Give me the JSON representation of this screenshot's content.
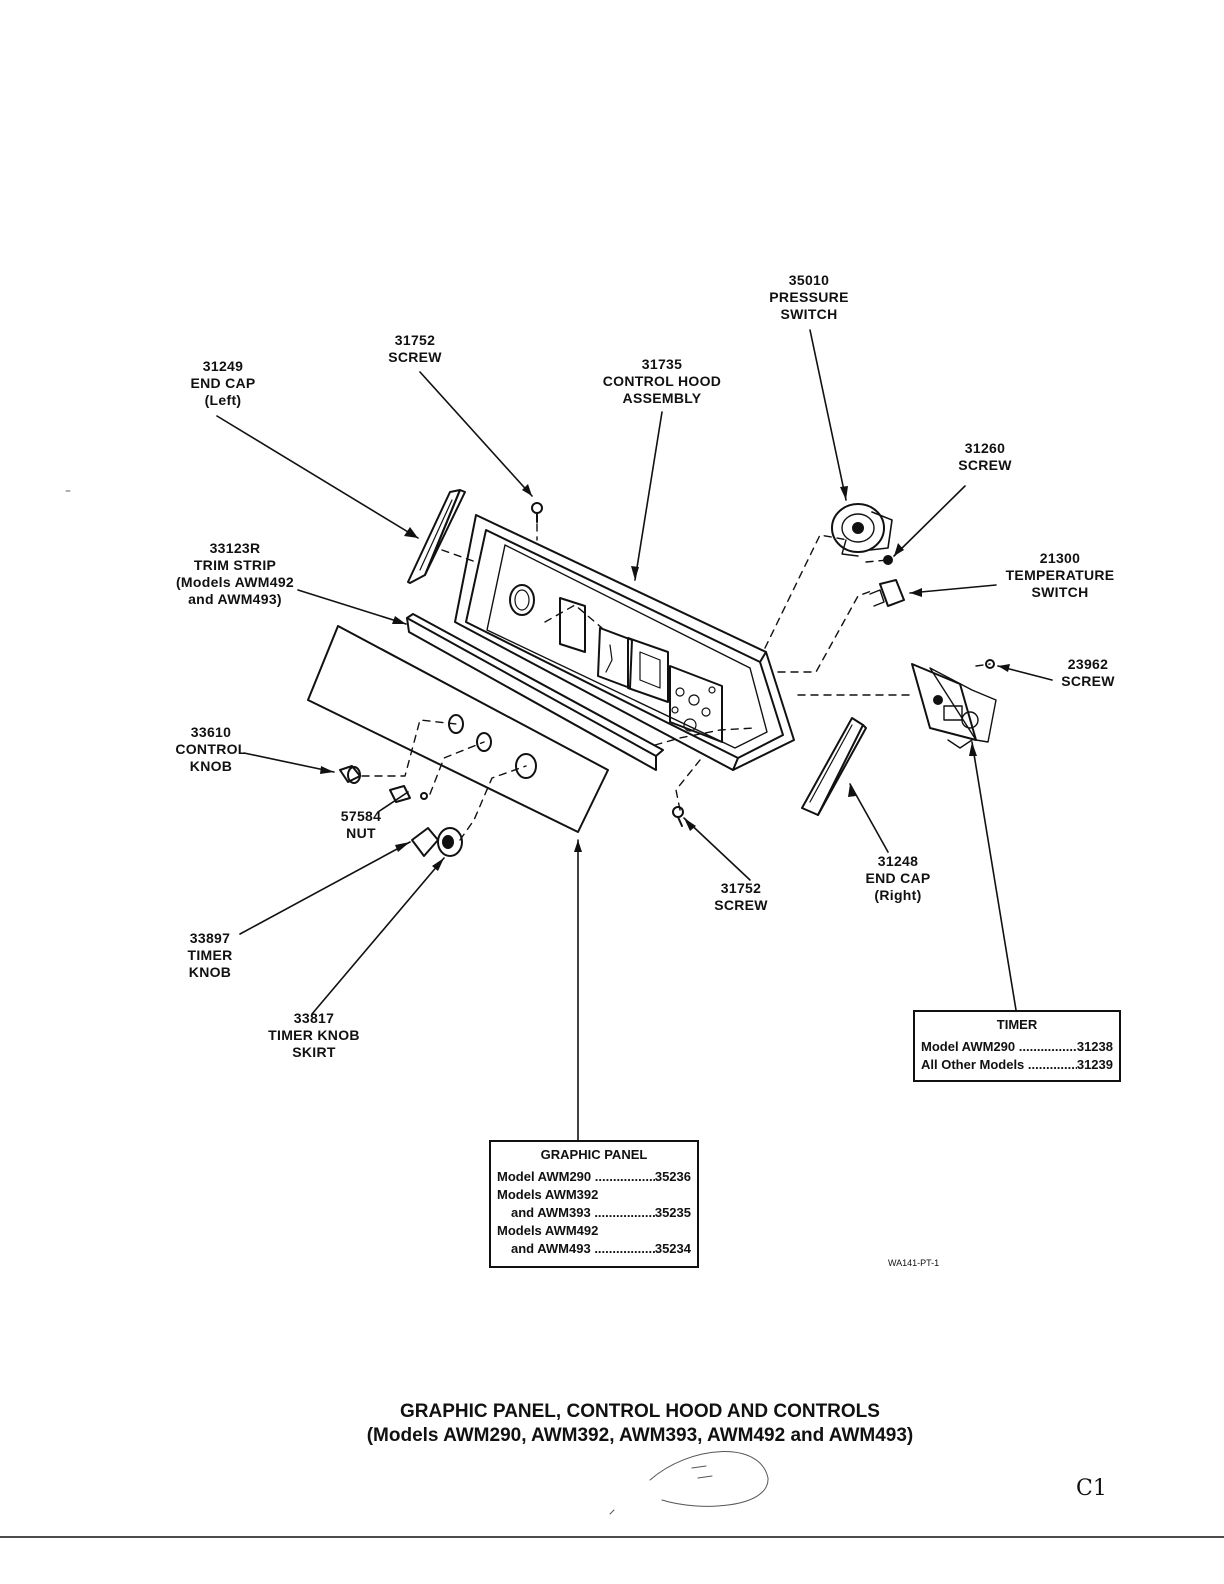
{
  "labels": {
    "end_cap_left": [
      "31249",
      "END CAP",
      "(Left)"
    ],
    "screw_top": [
      "31752",
      "SCREW"
    ],
    "control_hood": [
      "31735",
      "CONTROL HOOD",
      "ASSEMBLY"
    ],
    "pressure_switch": [
      "35010",
      "PRESSURE",
      "SWITCH"
    ],
    "screw_31260": [
      "31260",
      "SCREW"
    ],
    "temperature_switch": [
      "21300",
      "TEMPERATURE",
      "SWITCH"
    ],
    "screw_23962": [
      "23962",
      "SCREW"
    ],
    "trim_strip": [
      "33123R",
      "TRIM STRIP",
      "(Models AWM492",
      "and AWM493)"
    ],
    "control_knob": [
      "33610",
      "CONTROL",
      "KNOB"
    ],
    "nut": [
      "57584",
      "NUT"
    ],
    "timer_knob": [
      "33897",
      "TIMER",
      "KNOB"
    ],
    "timer_knob_skirt": [
      "33817",
      "TIMER KNOB",
      "SKIRT"
    ],
    "screw_bottom": [
      "31752",
      "SCREW"
    ],
    "end_cap_right": [
      "31248",
      "END CAP",
      "(Right)"
    ]
  },
  "timer_box": {
    "title": "TIMER",
    "rows": [
      {
        "model": "Model AWM290",
        "part": "31238"
      },
      {
        "model": "All Other Models",
        "part": "31239"
      }
    ]
  },
  "graphic_panel_box": {
    "title": "GRAPHIC PANEL",
    "rows": [
      {
        "line1": "Model AWM290",
        "part": "35236"
      },
      {
        "line0": "Models AWM392",
        "line1": "and AWM393",
        "part": "35235"
      },
      {
        "line0": "Models AWM492",
        "line1": "and AWM493",
        "part": "35234"
      }
    ]
  },
  "figure_ref": "WA141-PT-1",
  "caption": {
    "line1": "GRAPHIC PANEL, CONTROL HOOD AND CONTROLS",
    "line2": "(Models AWM290, AWM392, AWM393, AWM492 and AWM493)"
  },
  "page_mark": "C1"
}
